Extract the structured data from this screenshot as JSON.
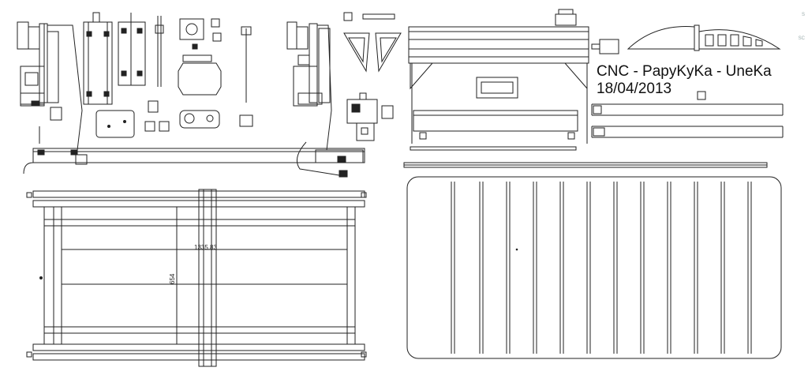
{
  "drawing": {
    "title_line1": "CNC - PapyKyKa - UneKa",
    "title_line2": "18/04/2013",
    "dimension_length": "1335.83",
    "dimension_width": "654"
  },
  "corner_marks": [
    "S",
    "SC"
  ],
  "colors": {
    "line": "#222222",
    "background": "#ffffff"
  }
}
